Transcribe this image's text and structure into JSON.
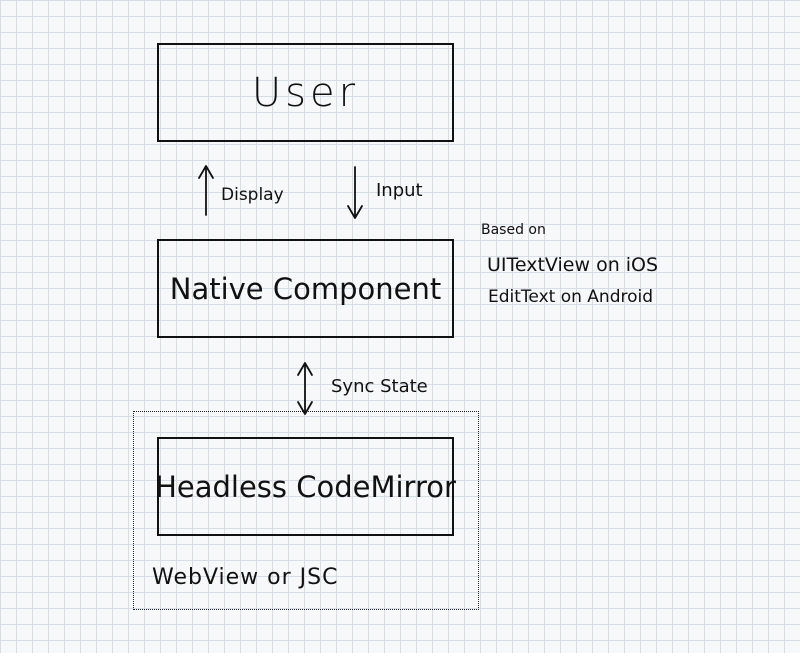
{
  "nodes": {
    "user": "User",
    "native_component": "Native Component",
    "headless_codemirror": "Headless CodeMirror"
  },
  "container": {
    "label": "WebView or JSC"
  },
  "edges": {
    "display": "Display",
    "input": "Input",
    "sync_state": "Sync State"
  },
  "annotation": {
    "heading": "Based on",
    "ios": "UITextView on iOS",
    "android": "EditText on Android"
  },
  "colors": {
    "ink": "#111111",
    "grid": "#d6dde6",
    "paper": "#f7f8f9"
  }
}
